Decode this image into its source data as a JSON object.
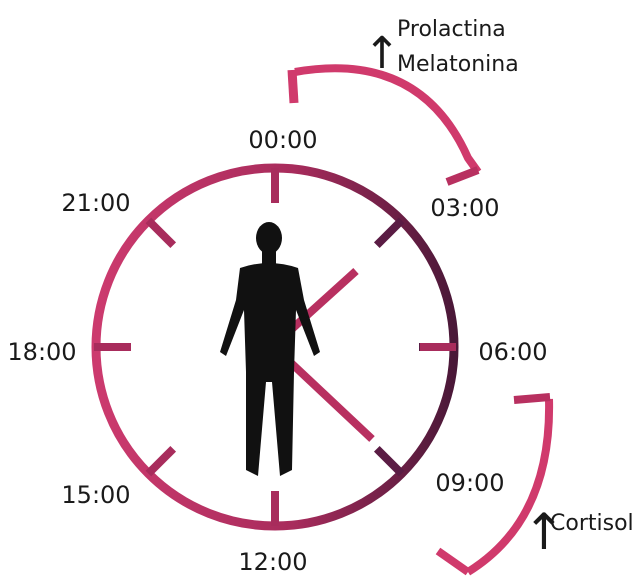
{
  "clock": {
    "hour_labels": [
      "00:00",
      "03:00",
      "06:00",
      "09:00",
      "12:00",
      "15:00",
      "18:00",
      "21:00"
    ],
    "colors": {
      "ring_light": "#c8386a",
      "ring_dark": "#4a1838",
      "hands": "#b83060",
      "arc": "#d03a6c",
      "figure": "#111111"
    }
  },
  "annotations": {
    "night": {
      "arrow": "↑",
      "lines": [
        "Prolactina",
        "Melatonina"
      ]
    },
    "morning": {
      "arrow": "↑",
      "label": "Cortisol"
    }
  }
}
